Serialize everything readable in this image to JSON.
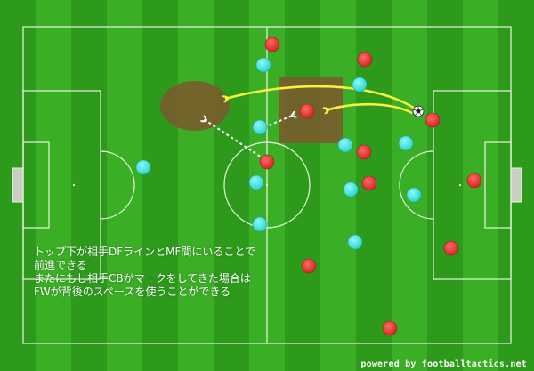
{
  "annotation": {
    "lines": [
      "トップ下が相手DFラインとMF間にいることで",
      "前進できる",
      "またにもし相手CBがマークをしてきた場合は",
      "FWが背後のスペースを使うことができる"
    ]
  },
  "footer": {
    "credit": "powered by footballtactics.net"
  },
  "colors": {
    "grass_dark": "#2d9a1c",
    "grass_light": "#3aae24",
    "red_team": "#e8322f",
    "cyan_team": "#3fe6e6",
    "pass_arrow": "#f4f43c",
    "run_arrow": "#ffffff",
    "space_zone": "#7a5a2c"
  },
  "icons": {
    "ball": "soccer-ball-icon"
  }
}
